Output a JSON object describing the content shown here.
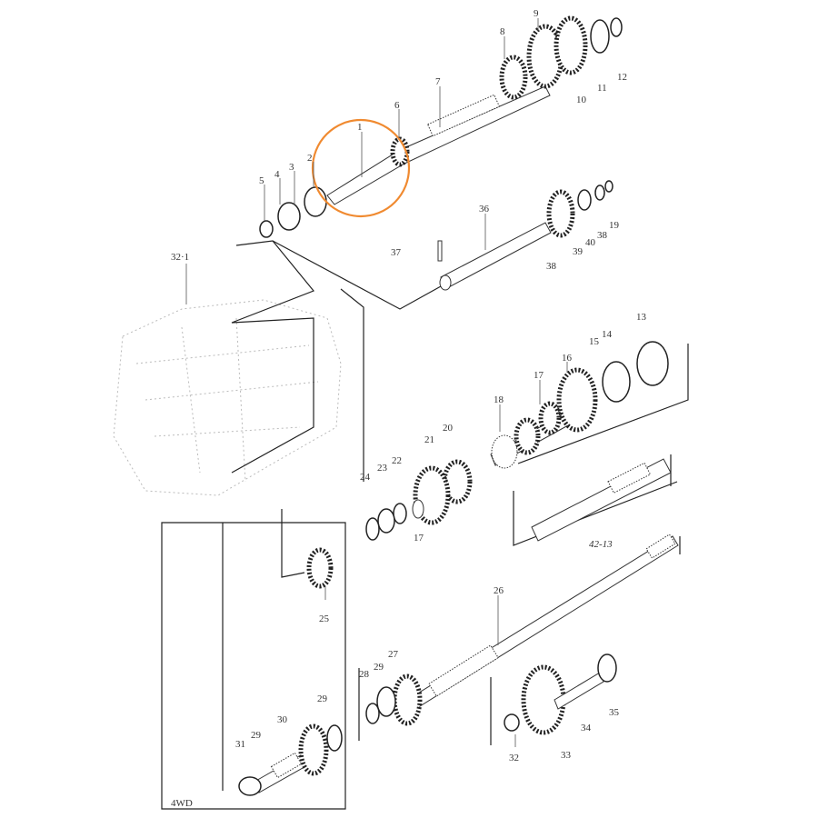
{
  "diagram": {
    "highlight_color": "#F08A30",
    "labels": [
      "1",
      "2",
      "3",
      "4",
      "5",
      "6",
      "7",
      "8",
      "9",
      "10",
      "11",
      "12",
      "32·1",
      "36",
      "37",
      "38",
      "19",
      "40",
      "39",
      "38",
      "13",
      "14",
      "15",
      "16",
      "17",
      "18",
      "20",
      "21",
      "22",
      "23",
      "24",
      "17",
      "42-13",
      "25",
      "26",
      "27",
      "29",
      "28",
      "29",
      "30",
      "29",
      "31",
      "32",
      "33",
      "34",
      "35"
    ],
    "group_label": "4WD"
  }
}
